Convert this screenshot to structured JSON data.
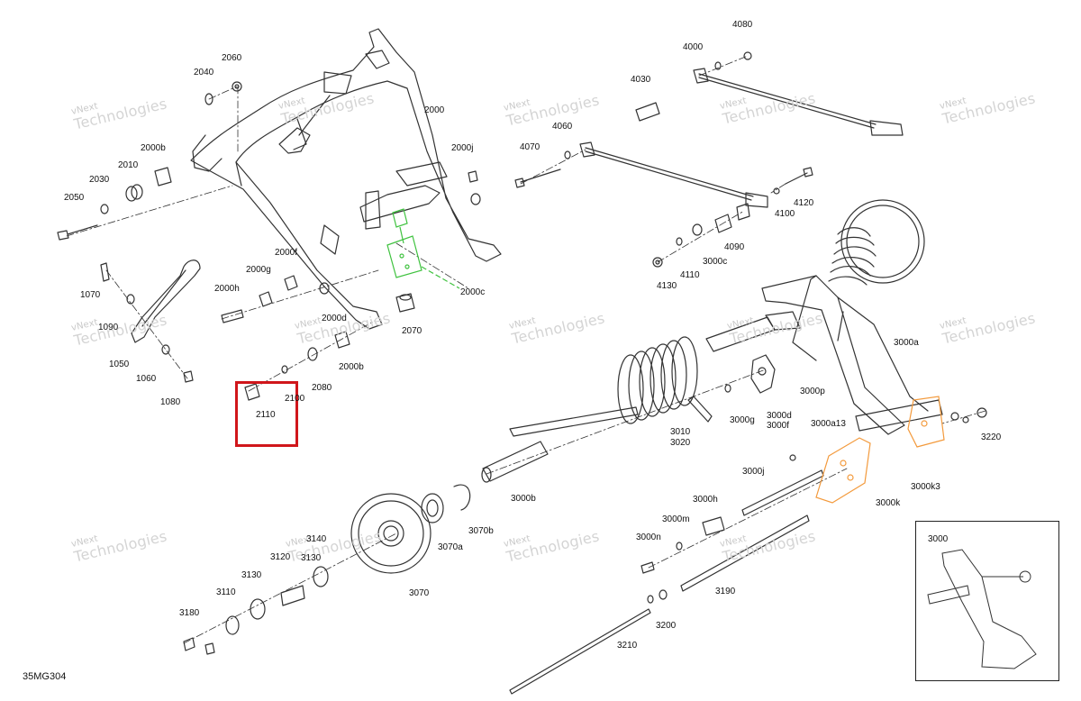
{
  "diagram": {
    "code": "35MG304",
    "highlight_part": "2110",
    "highlight_color": "#d0161b",
    "green_part": "2000c",
    "green_color": "#3fc23f",
    "orange_part": "3000k",
    "orange_color": "#f39a3c",
    "watermark": {
      "line1": "vNext",
      "line2": "Technologies"
    },
    "labels": {
      "p2060": "2060",
      "p2040": "2040",
      "p2000": "2000",
      "p2000j": "2000j",
      "p2000b": "2000b",
      "p2010": "2010",
      "p2030": "2030",
      "p2050": "2050",
      "p2000f": "2000f",
      "p2000g": "2000g",
      "p2000h": "2000h",
      "p2000c": "2000c",
      "p2000d": "2000d",
      "p2070": "2070",
      "p2000b2": "2000b",
      "p2080": "2080",
      "p2100": "2100",
      "p2110": "2110",
      "p1070": "1070",
      "p1090": "1090",
      "p1050": "1050",
      "p1060": "1060",
      "p1080": "1080",
      "p4080": "4080",
      "p4000": "4000",
      "p4030": "4030",
      "p4060": "4060",
      "p4070": "4070",
      "p4120": "4120",
      "p4100": "4100",
      "p4090": "4090",
      "p3000c": "3000c",
      "p4110": "4110",
      "p4130": "4130",
      "p3000a": "3000a",
      "p3000p": "3000p",
      "p3000d": "3000d",
      "p3000f": "3000f",
      "p3000g": "3000g",
      "p3000a13": "3000a13",
      "p3220": "3220",
      "p3000k3": "3000k3",
      "p3000k": "3000k",
      "p3010": "3010",
      "p3020": "3020",
      "p3000j": "3000j",
      "p3000b": "3000b",
      "p3070b": "3070b",
      "p3070a": "3070a",
      "p3070": "3070",
      "p3000h": "3000h",
      "p3000m": "3000m",
      "p3000n": "3000n",
      "p3190": "3190",
      "p3200": "3200",
      "p3210": "3210",
      "p3140": "3140",
      "p3130a": "3130",
      "p3120": "3120",
      "p3130": "3130",
      "p3110": "3110",
      "p3180": "3180",
      "p3000": "3000"
    }
  }
}
